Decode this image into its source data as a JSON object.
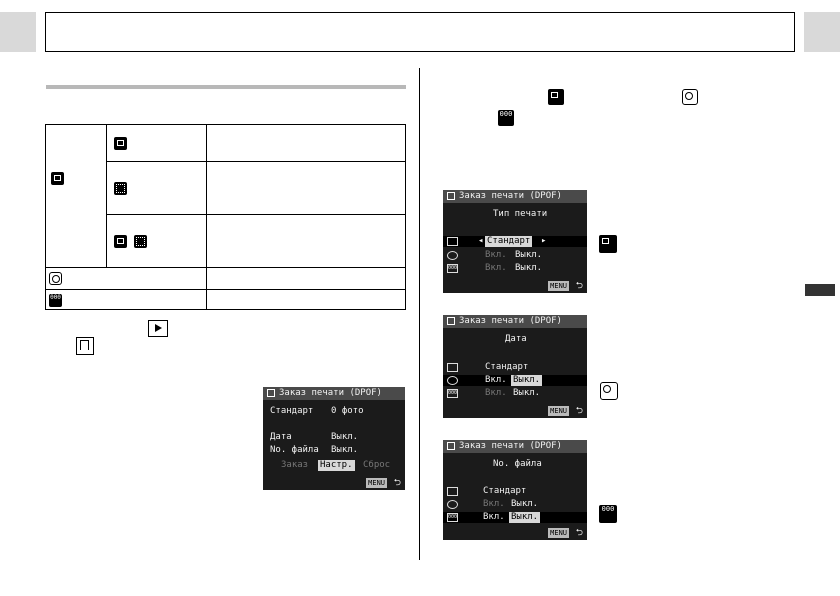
{
  "left_table": {
    "print_type_icon": "print-type-icon",
    "rows": [
      {
        "icon": "standard-print-icon"
      },
      {
        "icon": "index-print-icon"
      },
      {
        "icon": "both-print-icon"
      },
      {
        "icon": "date-icon"
      },
      {
        "icon": "file-number-icon"
      }
    ]
  },
  "screen_main": {
    "title": "Заказ печати (DPOF)",
    "lines": [
      {
        "label": "Стандарт",
        "value": "0 фото"
      },
      {
        "label": "Дата",
        "value": "Выкл."
      },
      {
        "label": "No. файла",
        "value": "Выкл."
      }
    ],
    "buttons": [
      "Заказ",
      "Настр.",
      "Сброс"
    ],
    "menu": "MENU",
    "return": "⮌"
  },
  "screen_type": {
    "title": "Заказ печати (DPOF)",
    "heading": "Тип печати",
    "selected": "Стандарт",
    "row_date": {
      "a": "Вкл.",
      "b": "Выкл."
    },
    "row_num": {
      "a": "Вкл.",
      "b": "Выкл."
    },
    "menu": "MENU",
    "return": "⮌"
  },
  "screen_date": {
    "title": "Заказ печати (DPOF)",
    "heading": "Дата",
    "type_value": "Стандарт",
    "row_date": {
      "a": "Вкл.",
      "b": "Выкл."
    },
    "row_num": {
      "a": "Вкл.",
      "b": "Выкл."
    },
    "menu": "MENU",
    "return": "⮌"
  },
  "screen_file": {
    "title": "Заказ печати (DPOF)",
    "heading": "No. файла",
    "type_value": "Стандарт",
    "row_date": {
      "a": "Вкл.",
      "b": "Выкл."
    },
    "row_num": {
      "a": "Вкл.",
      "b": "Выкл."
    },
    "menu": "MENU",
    "return": "⮌"
  },
  "num_icon_text": "000"
}
